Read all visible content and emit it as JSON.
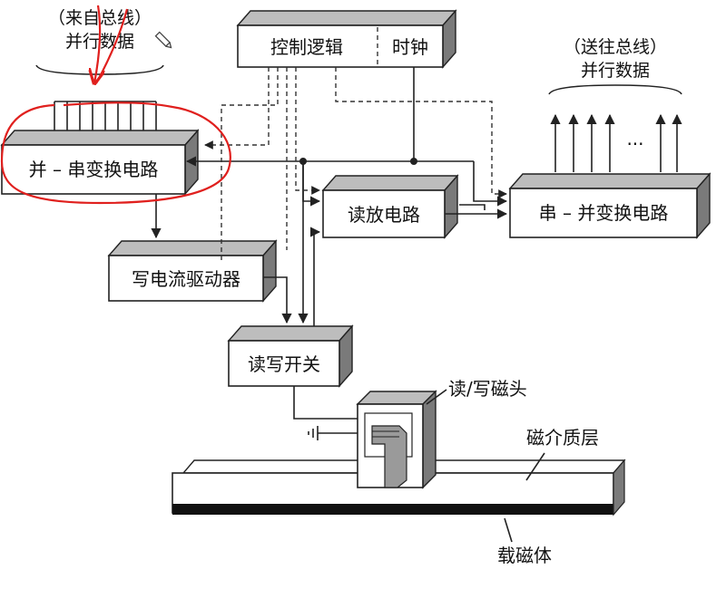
{
  "labels": {
    "input_bus_line1": "（来自总线）",
    "input_bus_line2": "并行数据",
    "output_bus_line1": "（送往总线）",
    "output_bus_line2": "并行数据",
    "control_logic": "控制逻辑",
    "clock": "时钟",
    "parallel_serial": "并 – 串变换电路",
    "serial_parallel": "串 – 并变换电路",
    "read_amp": "读放电路",
    "write_driver": "写电流驱动器",
    "rw_switch": "读写开关",
    "rw_head": "读/写磁头",
    "magnetic_layer": "磁介质层",
    "substrate": "载磁体",
    "ellipsis": "···"
  },
  "colors": {
    "annotation": "#e0201e",
    "box_top": "#bdbdbd",
    "box_side": "#7a7a7a",
    "line": "#222222"
  },
  "icons": {
    "edit": "pencil-icon"
  }
}
